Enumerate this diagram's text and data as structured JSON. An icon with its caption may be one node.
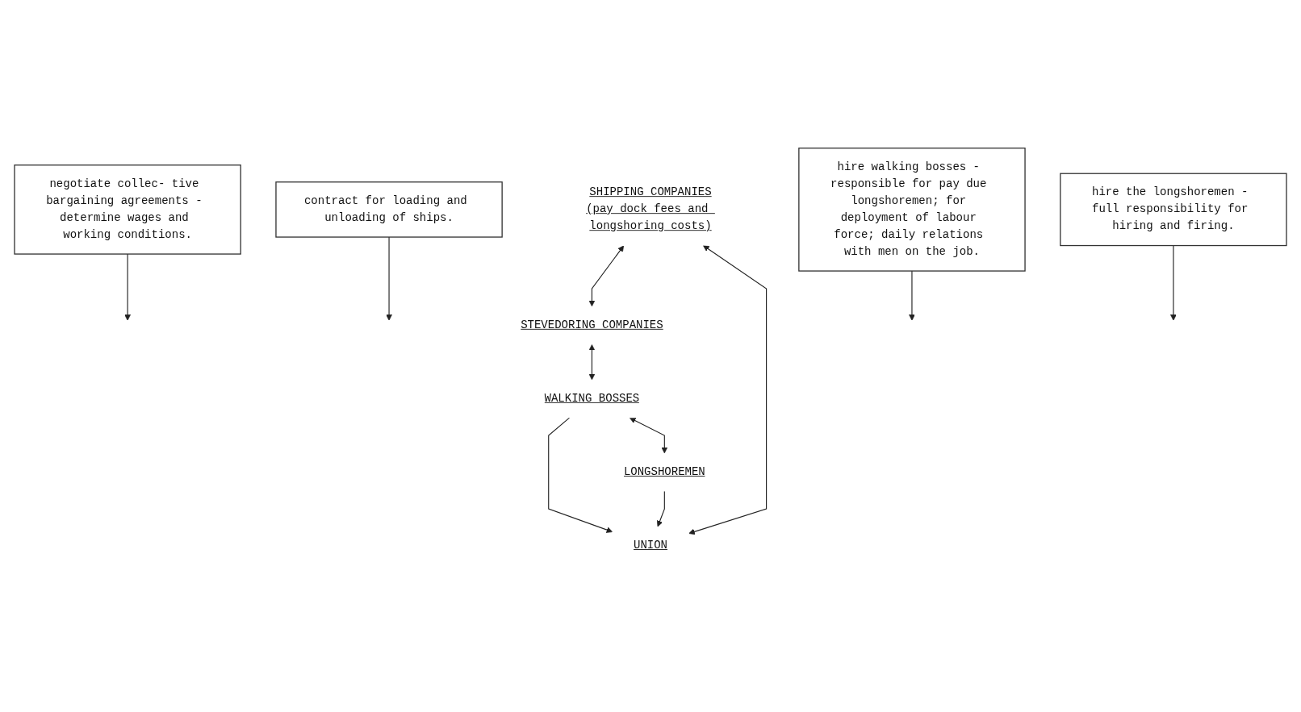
{
  "diagram": {
    "nodes": [
      {
        "text": [
          "SHIPPING COMPANIES",
          "(pay dock fees and longshoring costs)"
        ]
      },
      {
        "text": [
          "contract for loading and unloading of ships."
        ]
      },
      {
        "text": [
          "negotiate collec- tive bargaining agreements - determine wages and working conditions."
        ]
      },
      {
        "text": [
          "STEVEDORING COMPANIES"
        ]
      },
      {
        "text": [
          "hire walking bosses - responsible for pay due longshoremen; for deployment of labour force; daily relations with men on the job."
        ]
      },
      {
        "text": [
          "WALKING BOSSES"
        ]
      },
      {
        "text": [
          "UNION"
        ]
      },
      {
        "text": [
          "hire the longshoremen - full responsibility for hiring and firing."
        ]
      },
      {
        "text": [
          "LONGSHOREMEN"
        ]
      }
    ],
    "edges": [
      {
        "from": 6,
        "to": 0,
        "arrow": "both"
      },
      {
        "from": 0,
        "to": 3,
        "arrow": "both"
      },
      {
        "from": 3,
        "to": 5,
        "arrow": "both"
      },
      {
        "from": 5,
        "to": 6,
        "arrow": "to"
      },
      {
        "from": 8,
        "to": 6,
        "arrow": "to"
      },
      {
        "from": 5,
        "to": 8,
        "arrow": "both"
      },
      {
        "from": 2,
        "to": null,
        "arrow": "to"
      },
      {
        "from": 1,
        "to": null,
        "arrow": "to"
      },
      {
        "from": 4,
        "to": null,
        "arrow": "to"
      },
      {
        "from": 7,
        "to": null,
        "arrow": "to"
      }
    ]
  }
}
